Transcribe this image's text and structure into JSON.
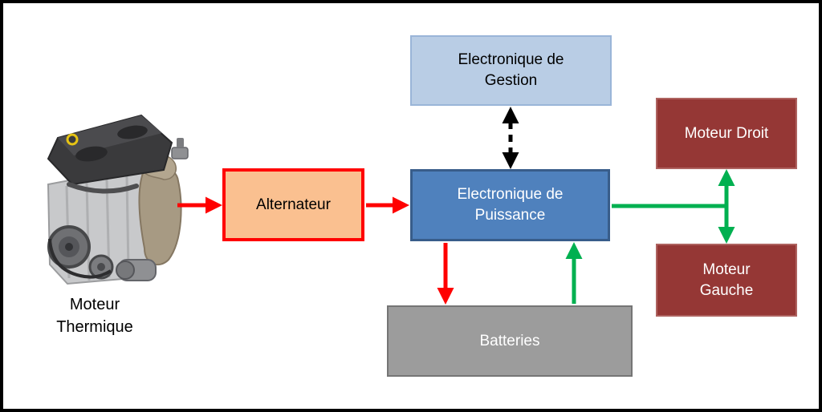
{
  "figure_type": "block-diagram",
  "colors": {
    "background": "#FFFFFF",
    "frame_border": "#000000",
    "arrow_red": "#FF0000",
    "arrow_green": "#00B050",
    "arrow_black_dashed": "#000000"
  },
  "nodes": {
    "moteur_thermique": {
      "label": "Moteur\nThermique",
      "type": "image-with-caption",
      "text_color": "#000000"
    },
    "alternateur": {
      "label": "Alternateur",
      "fill": "#FAC090",
      "border": "#FF0000",
      "text_color": "#000000"
    },
    "electronique_gestion": {
      "label": "Electronique de\nGestion",
      "fill": "#B9CDE5",
      "border": "#9AB5D8",
      "text_color": "#000000"
    },
    "electronique_puissance": {
      "label": "Electronique de\nPuissance",
      "fill": "#4F81BD",
      "border": "#385D8A",
      "text_color": "#FFFFFF"
    },
    "moteur_droit": {
      "label": "Moteur Droit",
      "fill": "#953735",
      "border": "#AE625F",
      "text_color": "#FFFFFF"
    },
    "moteur_gauche": {
      "label": "Moteur\nGauche",
      "fill": "#953735",
      "border": "#AE625F",
      "text_color": "#FFFFFF"
    },
    "batteries": {
      "label": "Batteries",
      "fill": "#9C9C9C",
      "border": "#757575",
      "text_color": "#FFFFFF"
    }
  },
  "edges": [
    {
      "from": "moteur_thermique",
      "to": "alternateur",
      "color": "#FF0000",
      "style": "solid",
      "arrows": "forward"
    },
    {
      "from": "alternateur",
      "to": "electronique_puissance",
      "color": "#FF0000",
      "style": "solid",
      "arrows": "forward"
    },
    {
      "from": "electronique_gestion",
      "to": "electronique_puissance",
      "color": "#000000",
      "style": "dashed",
      "arrows": "both"
    },
    {
      "from": "electronique_puissance",
      "to": "batteries",
      "color": "#FF0000",
      "style": "solid",
      "arrows": "forward"
    },
    {
      "from": "batteries",
      "to": "electronique_puissance",
      "color": "#00B050",
      "style": "solid",
      "arrows": "forward"
    },
    {
      "from": "electronique_puissance",
      "to": "moteur_droit + moteur_gauche",
      "color": "#00B050",
      "style": "solid",
      "arrows": "both"
    }
  ]
}
